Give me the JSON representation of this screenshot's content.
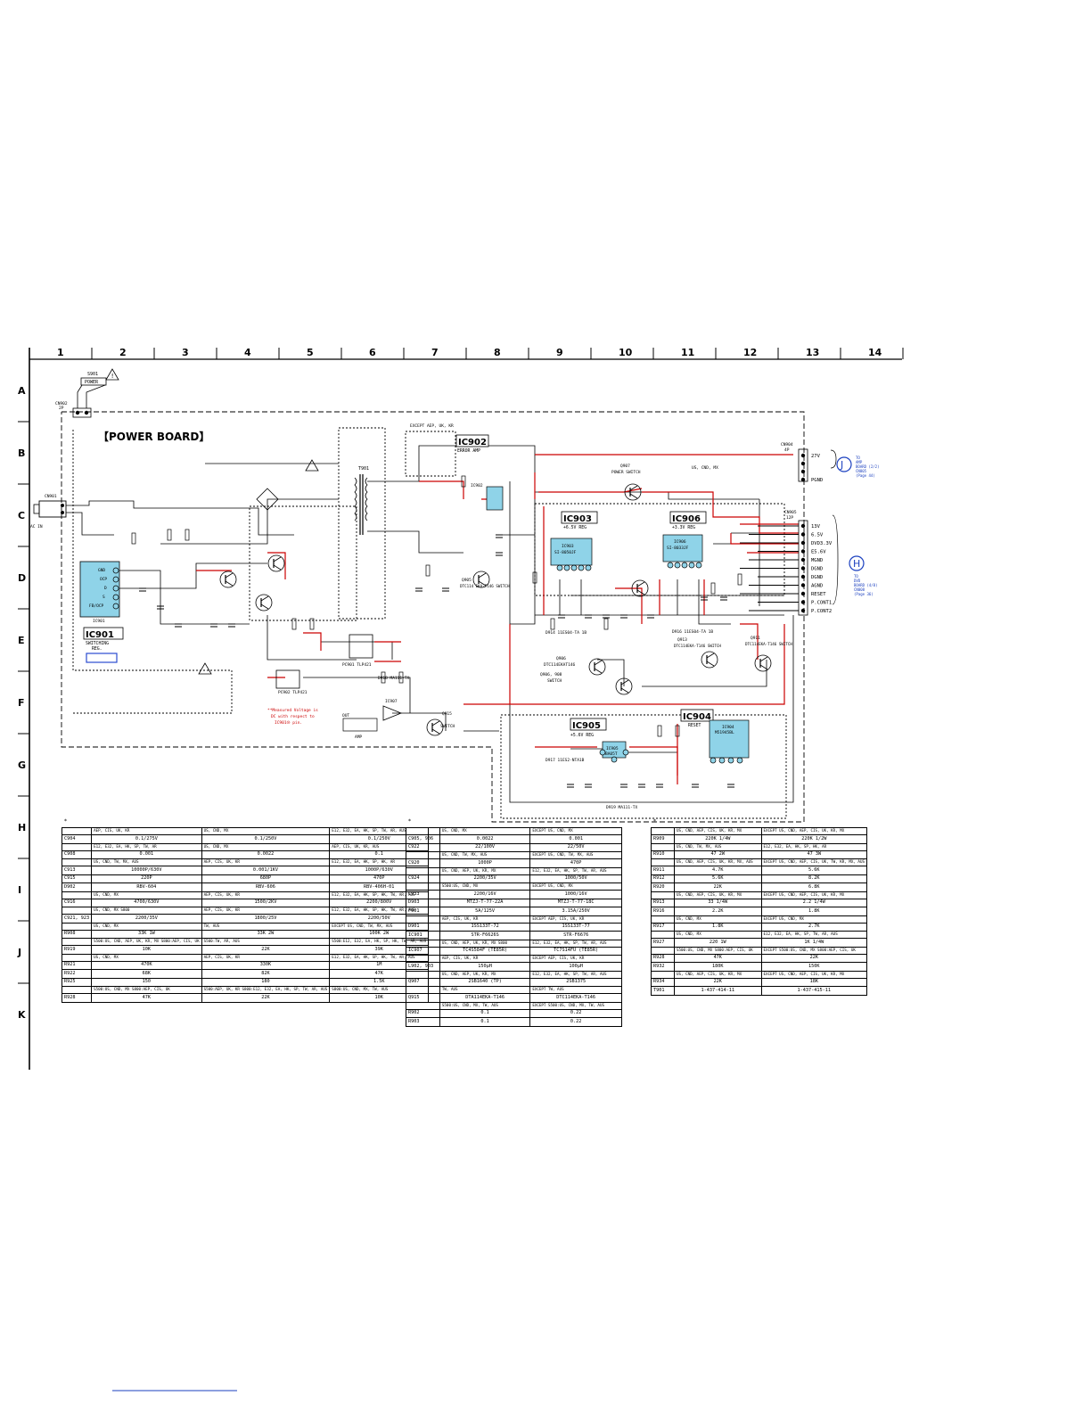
{
  "grid": {
    "columns": [
      "1",
      "2",
      "3",
      "4",
      "5",
      "6",
      "7",
      "8",
      "9",
      "10",
      "11",
      "12",
      "13",
      "14"
    ],
    "rows": [
      "A",
      "B",
      "C",
      "D",
      "E",
      "F",
      "G",
      "H",
      "I",
      "J",
      "K"
    ]
  },
  "board": {
    "title": "【POWER BOARD】"
  },
  "ics": [
    {
      "id": "ic901",
      "label": "IC901",
      "desc": "SWITCHING REG."
    },
    {
      "id": "ic902",
      "label": "IC902",
      "desc": "ERROR AMP"
    },
    {
      "id": "ic903",
      "label": "IC903",
      "desc": "+6.5V REG"
    },
    {
      "id": "ic906",
      "label": "IC906",
      "desc": "+3.3V REG"
    },
    {
      "id": "ic905",
      "label": "IC905",
      "desc": "+5.6V REG"
    },
    {
      "id": "ic904",
      "label": "IC904",
      "desc": "RESET"
    }
  ],
  "labels": {
    "s901": "S901",
    "power": "POWER",
    "cn902": "CN902",
    "cn902_sub": "2P",
    "cn901": "CN901",
    "ac_in": "AC IN",
    "t901": "T901",
    "cn904": "CN904",
    "cn904_sub": "4P",
    "cn905": "CN905",
    "cn905_sub": "12P",
    "j_connector": "J",
    "j_note1": "TO",
    "j_note2": "AMP",
    "j_note3": "BOARD (2/2)",
    "j_note4": "CN805",
    "j_note5": "(Page 44)",
    "h_connector": "H",
    "h_note1": "TO",
    "h_note2": "DVD",
    "h_note3": "BOARD (4/8)",
    "h_note4": "CN008",
    "h_note5": "(Page 36)",
    "q907_name": "Q907",
    "q907_desc": "POWER SWITCH",
    "q905_name": "Q905",
    "q905_desc": "DTC114 EKA-T146 SWITCH",
    "q906_name": "Q906",
    "q906_desc": "DTC114EKAT146",
    "q906_908": "Q906, 908",
    "q906_908_desc": "SWITCH",
    "q915_name": "Q915",
    "q915_desc": "SWITCH",
    "q913_name": "Q913",
    "q913_desc": "DTC114EKA-T146 SWITCH",
    "q911_name": "Q911",
    "q911_desc": "DTC114EKA-T146 SWITCH",
    "pc901": "PC901 TLP421",
    "pc902": "PC902 TLP421",
    "d918": "D918 MA111-TX",
    "d917": "D917 11ES2-NTA1B",
    "d914": "D914 11ES04-TA 1B",
    "d916": "D916 11ES04-TA 1B",
    "d919": "D919 MA111-TX",
    "ic907": "IC907",
    "amp": "AMP",
    "out": "OUT",
    "voltage_note1": "**Measured Voltage is",
    "voltage_note2": "DC with respect to",
    "voltage_note3": "IC901⑩ pin.",
    "us_cnd_mx": "US, CND, MX",
    "except_aep": "EXCEPT AEP, UK, KR"
  },
  "connector_pins": {
    "cn904": [
      "27V",
      "PGND"
    ],
    "cn905": [
      "13V",
      "6.5V",
      "DVD3.3V",
      "E5.6V",
      "MGND",
      "DGND",
      "DGND",
      "AGND",
      "RESET",
      "P.CONT1",
      "P.CONT2"
    ]
  },
  "table_left": {
    "rows": [
      {
        "type": "sub",
        "cells": [
          "",
          "AEP, CIS, UK, KR",
          "US, CND, MX",
          "E12, E32, EA, HK, SP, TW, AR, AUS"
        ]
      },
      {
        "type": "val",
        "cells": [
          "C904",
          "0.1/275V",
          "0.1/250V",
          "0.1/250V"
        ]
      },
      {
        "type": "sub",
        "cells": [
          "",
          "E12, E32, EA, HK, SP, TW, AR",
          "US, CND, MX",
          "AEP, CIS, UK, KR, AUS"
        ]
      },
      {
        "type": "val",
        "cells": [
          "C908",
          "0.001",
          "0.0022",
          "0.1"
        ]
      },
      {
        "type": "sub",
        "cells": [
          "",
          "US, CND, TW, MX, AUS",
          "AEP, CIS, UK, KR",
          "E12, E32, EA, HK, SP, HK, AR"
        ]
      },
      {
        "type": "val",
        "cells": [
          "C913",
          "10000P/630V",
          "0.001/1KV",
          "1000P/630V"
        ]
      },
      {
        "type": "val",
        "cells": [
          "C915",
          "220P",
          "680P",
          "470P"
        ]
      },
      {
        "type": "val",
        "cells": [
          "D902",
          "RBV-604",
          "RBV-606",
          "RBV-406H-01"
        ]
      },
      {
        "type": "sub",
        "cells": [
          "",
          "US, CND, MX",
          "AEP, CIS, UK, KR",
          "E12, E32, EA, HK, SP, HK, TW, AR, AUS"
        ]
      },
      {
        "type": "val",
        "cells": [
          "C916",
          "4700/630V",
          "1500/2KV",
          "2200/800V"
        ]
      },
      {
        "type": "sub",
        "cells": [
          "",
          "US, CND, MX  S800",
          "AEP, CIS, UK, KR",
          "E12, E32, EA, HK, SP, HK, TW, AR, AUS"
        ]
      },
      {
        "type": "val",
        "cells": [
          "C921, 923",
          "2200/35V",
          "1800/25V",
          "2200/50V"
        ]
      },
      {
        "type": "sub",
        "cells": [
          "",
          "US, CND, MX",
          "TW, AUS",
          "EXCEPT  US, CND, TW, MX, AUS"
        ]
      },
      {
        "type": "val",
        "cells": [
          "R908",
          "33K 1W",
          "33K 2W",
          "100K 2W"
        ]
      },
      {
        "type": "sub",
        "cells": [
          "",
          "S500:US, CND, AEP, UK, KR, MX  S800:AEP, CIS, UK",
          "S500:TW, AR, AUS",
          "S500:E12, E32, EA, HK, SP, HK, TW, AR, AUS"
        ]
      },
      {
        "type": "val",
        "cells": [
          "R919",
          "10K",
          "22K",
          "39K"
        ]
      },
      {
        "type": "sub",
        "cells": [
          "",
          "US, CND, MX",
          "AEP, CIS, UK, KR",
          "E12, E32, EA, HK, SP, HK, TW, AR, AUS"
        ]
      },
      {
        "type": "val",
        "cells": [
          "R921",
          "470K",
          "330K",
          "1M"
        ]
      },
      {
        "type": "val",
        "cells": [
          "R922",
          "68K",
          "82K",
          "47K"
        ]
      },
      {
        "type": "val",
        "cells": [
          "R925",
          "150",
          "180",
          "1.5K"
        ]
      },
      {
        "type": "sub",
        "cells": [
          "",
          "S500:US, CND, MX  S800:AEP, CIS, UK",
          "S500:AEP, UK, KR  S800:E12, E32, EA, HK, SP, TW, AR, AUS",
          "S800:US, CND, MX, TW, AUS"
        ]
      },
      {
        "type": "val",
        "cells": [
          "R928",
          "47K",
          "22K",
          "10K"
        ]
      }
    ]
  },
  "table_mid": {
    "rows": [
      {
        "type": "sub",
        "cells": [
          "",
          "US, CND, MX",
          "EXCEPT  US, CND, MX"
        ]
      },
      {
        "type": "val",
        "cells": [
          "C905, 906",
          "0.0022",
          "0.001"
        ]
      },
      {
        "type": "val",
        "cells": [
          "C922",
          "22/100V",
          "22/50V"
        ]
      },
      {
        "type": "sub",
        "cells": [
          "",
          "US, CND, TW, MX, AUS",
          "EXCEPT  US, CND, TW, MX, AUS"
        ]
      },
      {
        "type": "val",
        "cells": [
          "C920",
          "1000P",
          "470P"
        ]
      },
      {
        "type": "sub",
        "cells": [
          "",
          "US, CND, AEP, UK, KR, MX",
          "E12, E32, EA, HK, SP, TW, AR, AUS"
        ]
      },
      {
        "type": "val",
        "cells": [
          "C924",
          "2200/35V",
          "1000/50V"
        ]
      },
      {
        "type": "sub",
        "cells": [
          "",
          "S500:US, CND, MX",
          "EXCEPT  US, CND, MX"
        ]
      },
      {
        "type": "val",
        "cells": [
          "C933",
          "2200/16V",
          "1000/16V"
        ]
      },
      {
        "type": "val",
        "cells": [
          "D903",
          "MTZJ-T-77-22A",
          "MTZJ-T-77-18C"
        ]
      },
      {
        "type": "val",
        "cells": [
          "F901",
          "5A/125V",
          "3.15A/250V"
        ]
      },
      {
        "type": "sub",
        "cells": [
          "",
          "AEP, CIS, UK, KR",
          "EXCEPT  AEP, CIS, UK, KR"
        ]
      },
      {
        "type": "val",
        "cells": [
          "D901",
          "1SS133T-72",
          "1SS133T-77"
        ]
      },
      {
        "type": "val",
        "cells": [
          "IC901",
          "STR-F6626S",
          "STR-F6676"
        ]
      },
      {
        "type": "sub",
        "cells": [
          "",
          "US, CND, AEP, UK, KR, MX  S800",
          "E12, E32, EA, HK, SP, TW, AR, AUS"
        ]
      },
      {
        "type": "val",
        "cells": [
          "IC907",
          "TC4S584F (TE85R)",
          "TC7S14FU (TE85R)"
        ]
      },
      {
        "type": "sub",
        "cells": [
          "",
          "AEP, CIS, UK, KR",
          "EXCEPT  AEP, CIS, UK, KR"
        ]
      },
      {
        "type": "val",
        "cells": [
          "L902, 903",
          "150μH",
          "100μH"
        ]
      },
      {
        "type": "sub",
        "cells": [
          "",
          "US, CND, AEP, UK, KR, MX",
          "E12, E32, EA, HK, SP, TW, AR, AUS"
        ]
      },
      {
        "type": "val",
        "cells": [
          "Q907",
          "2SB1640 (TP)",
          "2SB1375"
        ]
      },
      {
        "type": "sub",
        "cells": [
          "",
          "TW, AUS",
          "EXCEPT  TW, AUS"
        ]
      },
      {
        "type": "val",
        "cells": [
          "Q915",
          "DTA114EKA-T146",
          "DTC114EKA-T146"
        ]
      },
      {
        "type": "sub",
        "cells": [
          "",
          "S500:US, CND, MX, TW, AUS",
          "EXCEPT  S500:US, CND, MX, TW, AUS"
        ]
      },
      {
        "type": "val",
        "cells": [
          "R902",
          "0.1",
          "0.22"
        ]
      },
      {
        "type": "val",
        "cells": [
          "R903",
          "0.1",
          "0.22"
        ]
      }
    ]
  },
  "table_right": {
    "rows": [
      {
        "type": "sub",
        "cells": [
          "",
          "US, CND, AEP, CIS, UK, KR, MX",
          "EXCEPT  US, CND, AEP, CIS, UK, KR, MX"
        ]
      },
      {
        "type": "val",
        "cells": [
          "R909",
          "220K 1/4W",
          "220K 1/2W"
        ]
      },
      {
        "type": "sub",
        "cells": [
          "",
          "US, CND, TW, MX, AUS",
          "E12, E32, EA, HK, SP, HK, AR"
        ]
      },
      {
        "type": "val",
        "cells": [
          "R910",
          "47 2W",
          "47 3W"
        ]
      },
      {
        "type": "sub",
        "cells": [
          "",
          "US, CND, AEP, CIS, UK, KR, MX, AUS",
          "EXCEPT  US, CND, AEP, CIS, UK, TW, KR, MX, AUS"
        ]
      },
      {
        "type": "val",
        "cells": [
          "R911",
          "4.7K",
          "5.6K"
        ]
      },
      {
        "type": "val",
        "cells": [
          "R912",
          "5.6K",
          "8.2K"
        ]
      },
      {
        "type": "val",
        "cells": [
          "R920",
          "22K",
          "6.8K"
        ]
      },
      {
        "type": "sub",
        "cells": [
          "",
          "US, CND, AEP, CIS, UK, KR, MX",
          "EXCEPT  US, CND, AEP, CIS, UK, KR, MX"
        ]
      },
      {
        "type": "val",
        "cells": [
          "R913",
          "33 1/4W",
          "2.2 1/4W"
        ]
      },
      {
        "type": "val",
        "cells": [
          "R916",
          "2.2K",
          "1.8K"
        ]
      },
      {
        "type": "sub",
        "cells": [
          "",
          "US, CND, MX",
          "EXCEPT  US, CND, MX"
        ]
      },
      {
        "type": "val",
        "cells": [
          "R917",
          "1.8K",
          "2.7K"
        ]
      },
      {
        "type": "sub",
        "cells": [
          "",
          "US, CND, MX",
          "E12, E32, EA, HK, SP, TW, AR, AUS"
        ]
      },
      {
        "type": "val",
        "cells": [
          "R927",
          "220 1W",
          "1K 1/4W"
        ]
      },
      {
        "type": "sub",
        "cells": [
          "",
          "S500:US, CND, MX  S800:AEP, CIS, UK",
          "EXCEPT  S500:US, CND, MX  S800:AEP, CIS, UK"
        ]
      },
      {
        "type": "val",
        "cells": [
          "R928",
          "47K",
          "22K"
        ]
      },
      {
        "type": "val",
        "cells": [
          "R932",
          "180K",
          "150K"
        ]
      },
      {
        "type": "sub",
        "cells": [
          "",
          "US, CND, AEP, CIS, UK, KR, MX",
          "EXCEPT  US, CND, AEP, CIS, UK, KR, MX"
        ]
      },
      {
        "type": "val",
        "cells": [
          "R934",
          "22K",
          "18K"
        ]
      },
      {
        "type": "val",
        "cells": [
          "T901",
          "1-437-414-11",
          "1-437-415-11"
        ]
      }
    ]
  },
  "colors": {
    "signal": "#cc0000",
    "line": "#000000",
    "connector": "#1a3fbf",
    "highlight_box": "#2a4bd0"
  }
}
